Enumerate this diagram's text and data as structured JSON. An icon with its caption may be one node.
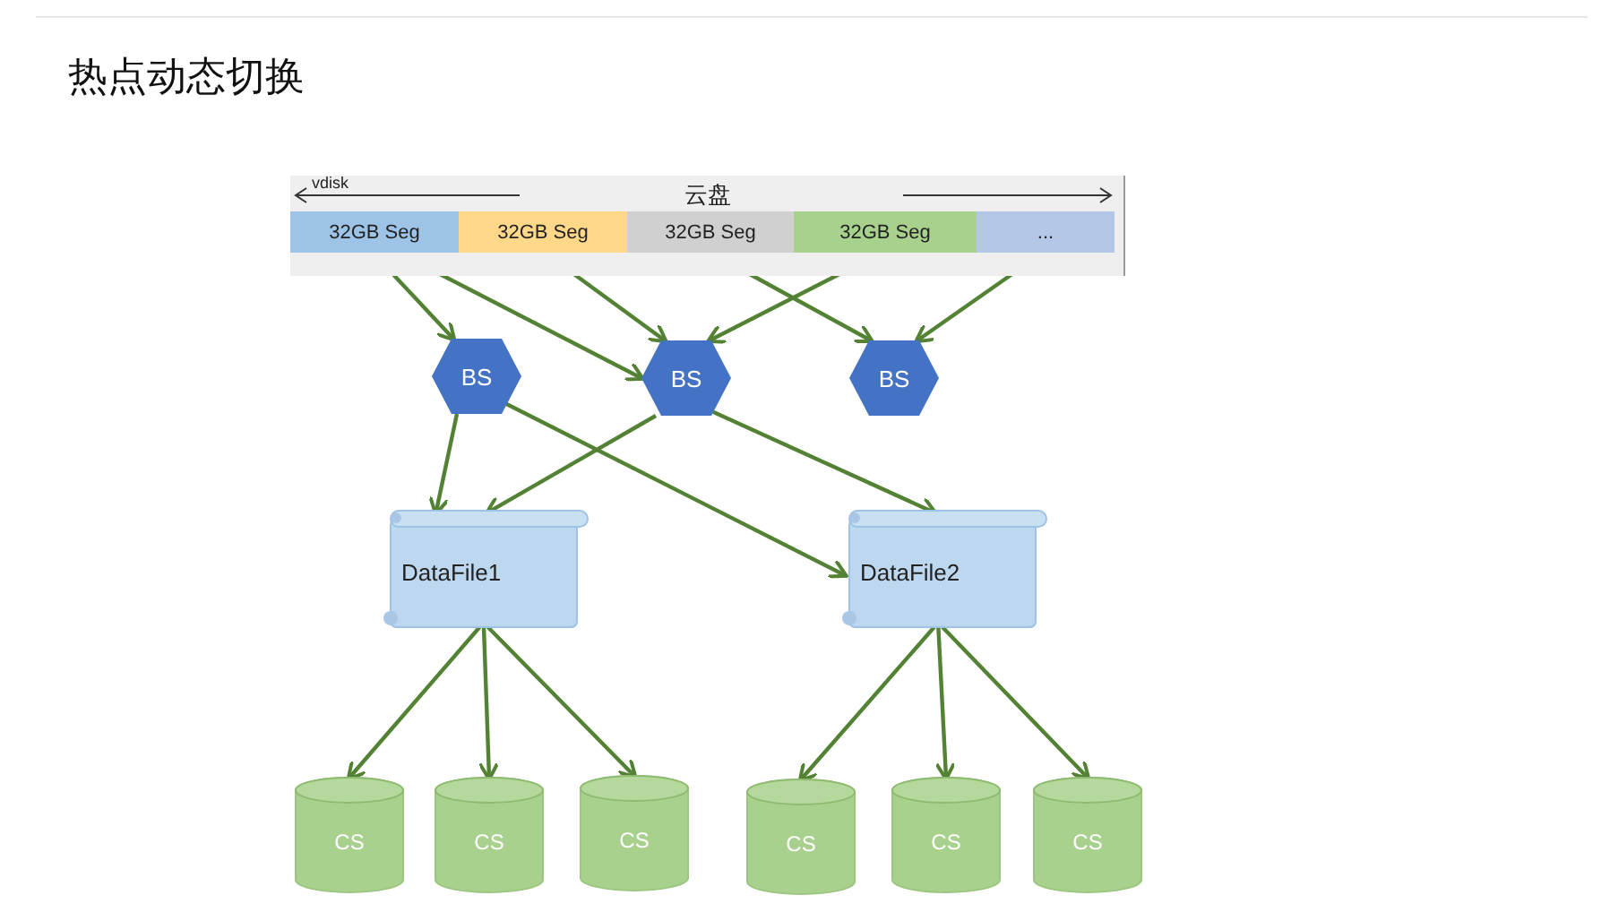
{
  "diagram": {
    "title": "热点动态切换",
    "nodes": [
      {
        "text": [
          "vdisk",
          "云盘"
        ]
      },
      {
        "text": [
          "32GB Seg"
        ],
        "in": 0
      },
      {
        "text": [
          "32GB Seg"
        ],
        "in": 0
      },
      {
        "text": [
          "32GB Seg"
        ],
        "in": 0
      },
      {
        "text": [
          "32GB Seg"
        ],
        "in": 0
      },
      {
        "text": [
          "..."
        ],
        "in": 0
      },
      {
        "text": [
          "BS"
        ]
      },
      {
        "text": [
          "BS"
        ]
      },
      {
        "text": [
          "BS"
        ]
      },
      {
        "text": [
          "DataFile1"
        ]
      },
      {
        "text": [
          "DataFile2"
        ]
      },
      {
        "text": [
          "CS"
        ]
      },
      {
        "text": [
          "CS"
        ]
      },
      {
        "text": [
          "CS"
        ]
      },
      {
        "text": [
          "CS"
        ]
      },
      {
        "text": [
          "CS"
        ]
      },
      {
        "text": [
          "CS"
        ]
      }
    ],
    "edges": [
      {
        "from": 1,
        "to": 6,
        "arrow": "to"
      },
      {
        "from": 1,
        "to": 7,
        "arrow": "to"
      },
      {
        "from": 2,
        "to": 7,
        "arrow": "to"
      },
      {
        "from": 3,
        "to": 8,
        "arrow": "to"
      },
      {
        "from": 4,
        "to": 7,
        "arrow": "to"
      },
      {
        "from": 5,
        "to": 8,
        "arrow": "to"
      },
      {
        "from": 6,
        "to": 9,
        "arrow": "to"
      },
      {
        "from": 6,
        "to": 10,
        "arrow": "to"
      },
      {
        "from": 7,
        "to": 9,
        "arrow": "to"
      },
      {
        "from": 7,
        "to": 10,
        "arrow": "to"
      },
      {
        "from": 9,
        "to": 11,
        "arrow": "to"
      },
      {
        "from": 9,
        "to": 12,
        "arrow": "to"
      },
      {
        "from": 9,
        "to": 13,
        "arrow": "to"
      },
      {
        "from": 10,
        "to": 14,
        "arrow": "to"
      },
      {
        "from": 10,
        "to": 15,
        "arrow": "to"
      },
      {
        "from": 10,
        "to": 16,
        "arrow": "to"
      }
    ]
  }
}
